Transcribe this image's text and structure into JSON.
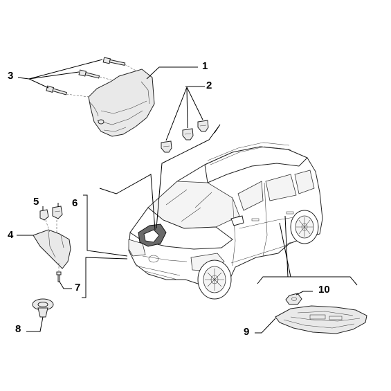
{
  "callouts": {
    "c1": "1",
    "c2": "2",
    "c3": "3",
    "c4": "4",
    "c5": "5",
    "c6": "6",
    "c7": "7",
    "c8": "8",
    "c9": "9",
    "c10": "10"
  },
  "colors": {
    "line": "#000000",
    "part_fill": "#e9e9e9",
    "part_dark": "#6a6a6a"
  }
}
